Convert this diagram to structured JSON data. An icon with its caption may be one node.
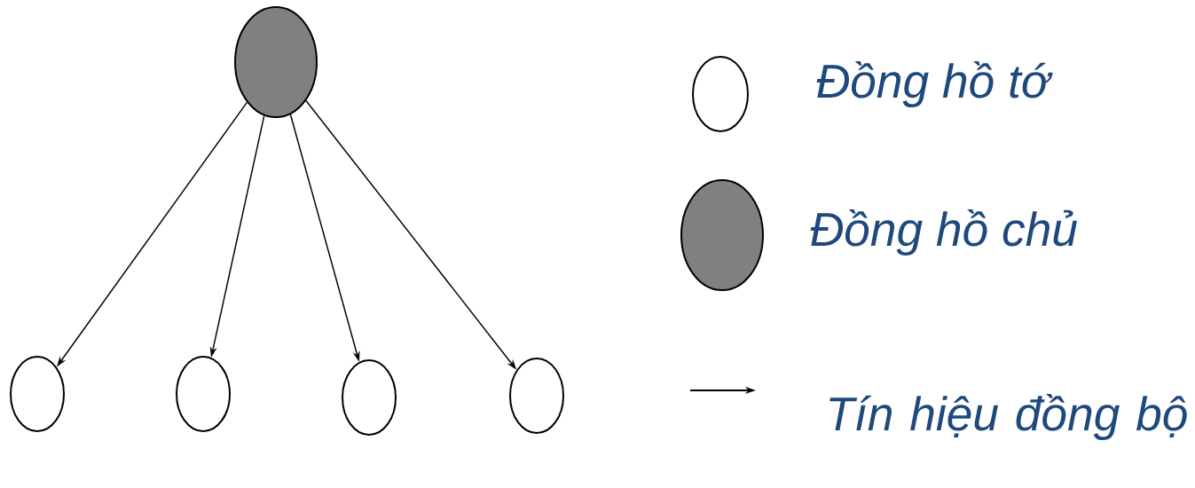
{
  "diagram": {
    "nodes": [
      {
        "text": [],
        "shape": "circle"
      },
      {
        "text": [],
        "shape": "circle"
      },
      {
        "text": [],
        "shape": "circle"
      },
      {
        "text": [],
        "shape": "circle"
      },
      {
        "text": [],
        "shape": "circle"
      }
    ],
    "edges": [
      {
        "from": 0,
        "to": 1,
        "arrow": "to"
      },
      {
        "from": 0,
        "to": 2,
        "arrow": "to"
      },
      {
        "from": 0,
        "to": 3,
        "arrow": "to"
      },
      {
        "from": 0,
        "to": 4,
        "arrow": "to"
      }
    ],
    "legend": [
      {
        "text": "Đồng hồ tớ"
      },
      {
        "text": "Đồng hồ chủ"
      },
      {
        "text": "Tín hiệu đồng bộ"
      }
    ]
  }
}
